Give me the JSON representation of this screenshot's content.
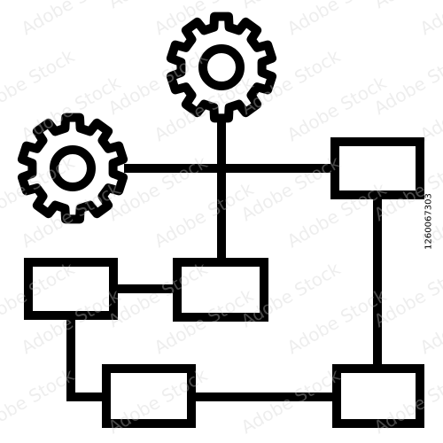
{
  "image": {
    "subject": "flowchart with gears",
    "stroke_color": "#000000",
    "background_color": "#ffffff",
    "stock_id": "1260067303"
  },
  "icons": {
    "gears": [
      "gear-icon",
      "gear-icon"
    ],
    "boxes": [
      "process-box",
      "process-box",
      "process-box",
      "process-box",
      "process-box"
    ]
  },
  "watermark": {
    "text": "Adobe Stock",
    "color": "#cfcfcf"
  }
}
